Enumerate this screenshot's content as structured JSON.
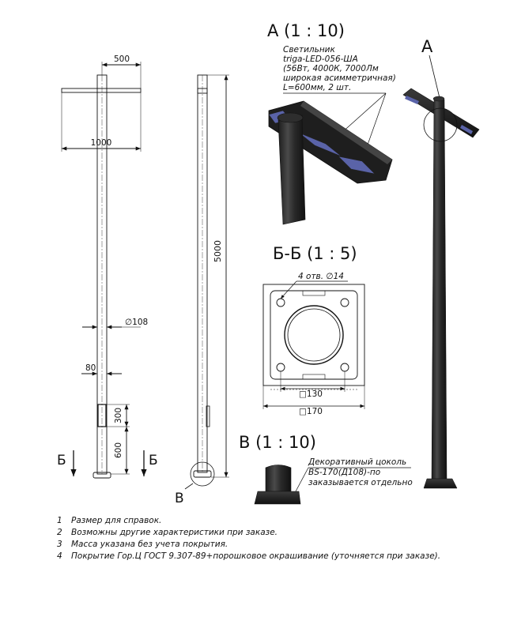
{
  "front_view": {
    "dim_500": "500",
    "dim_1000": "1000",
    "dim_d108": "∅108",
    "dim_80": "80",
    "dim_300": "300",
    "dim_600": "600",
    "section_mark_left": "Б",
    "section_mark_right": "Б"
  },
  "side_view": {
    "dim_5000": "5000",
    "callout_b": "В"
  },
  "detail_a": {
    "title": "А (1 : 10)",
    "desc": [
      "Светильник",
      "triga-LED-056-ША",
      "(56Вт, 4000К, 7000Лм",
      "широкая асимметричная)",
      "L=600мм, 2 шт."
    ]
  },
  "section_bb": {
    "title": "Б-Б (1 : 5)",
    "holes": "4 отв. ∅14",
    "dim_130": "□130",
    "dim_170": "□170"
  },
  "detail_b": {
    "title": "В (1 : 10)",
    "desc": [
      "Декоративный цоколь",
      "BS-170(Д108)-по",
      "заказывается отдельно"
    ]
  },
  "render_3d": {
    "callout_a": "А"
  },
  "notes": [
    {
      "num": "1",
      "text": "Размер для справок."
    },
    {
      "num": "2",
      "text": "Возможны другие характеристики при заказе."
    },
    {
      "num": "3",
      "text": "Масса указана без учета покрытия."
    },
    {
      "num": "4",
      "text": "Покрытие Гор.Ц ГОСТ 9.307-89+порошковое окрашивание (уточняется при заказе)."
    }
  ],
  "colors": {
    "line": "#111111",
    "pole_dark": "#2a2a2a",
    "led": "#5a63a8"
  }
}
